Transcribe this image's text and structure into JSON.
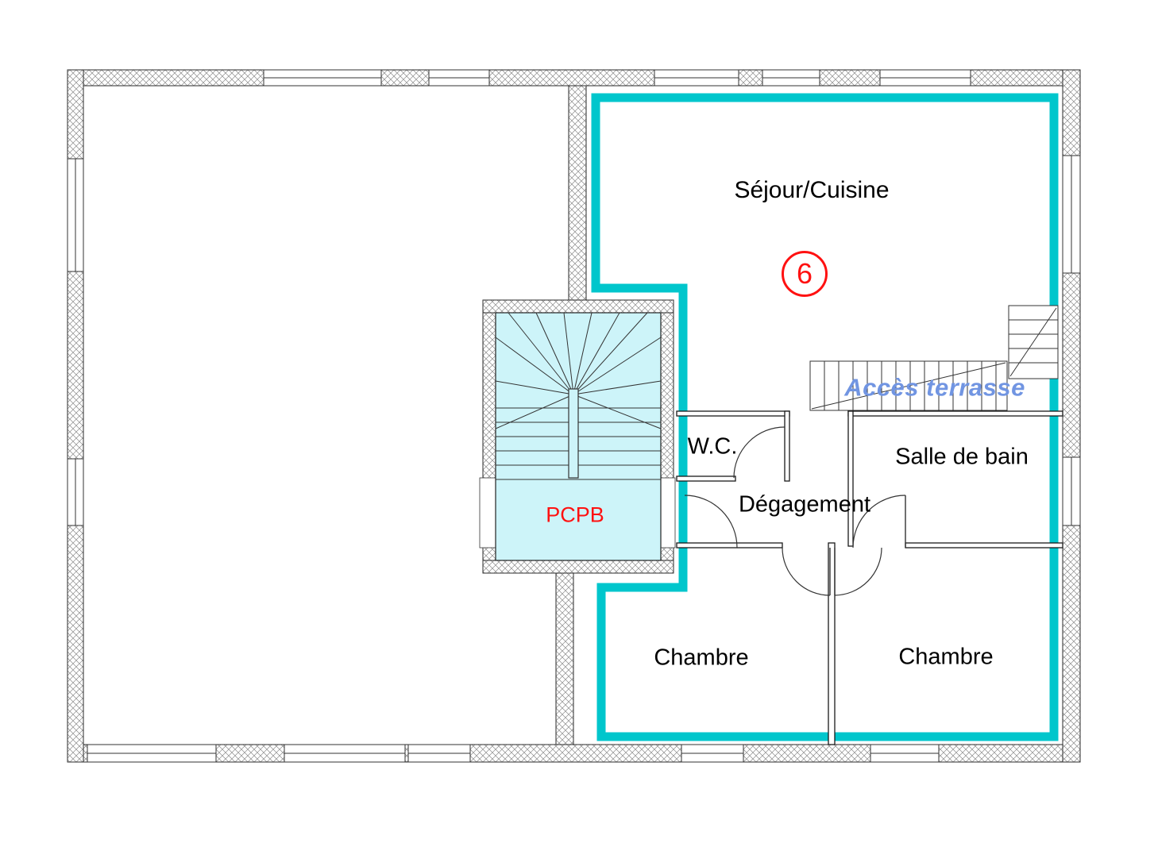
{
  "plan": {
    "unit_number": "6",
    "terrace_note": "Accès terrasse",
    "rooms": {
      "sejour_cuisine": "Séjour/Cuisine",
      "wc": "W.C.",
      "salle_de_bain": "Salle de bain",
      "degagement": "Dégagement",
      "chambre_left": "Chambre",
      "chambre_right": "Chambre",
      "stairwell": "PCPB"
    }
  },
  "colors": {
    "apartment_outline": "#00c6cc",
    "stair_fill": "#cdf4f9",
    "label_red": "#ff1111",
    "terrace_blue": "#7195e2",
    "line": "#2a2a2a"
  }
}
